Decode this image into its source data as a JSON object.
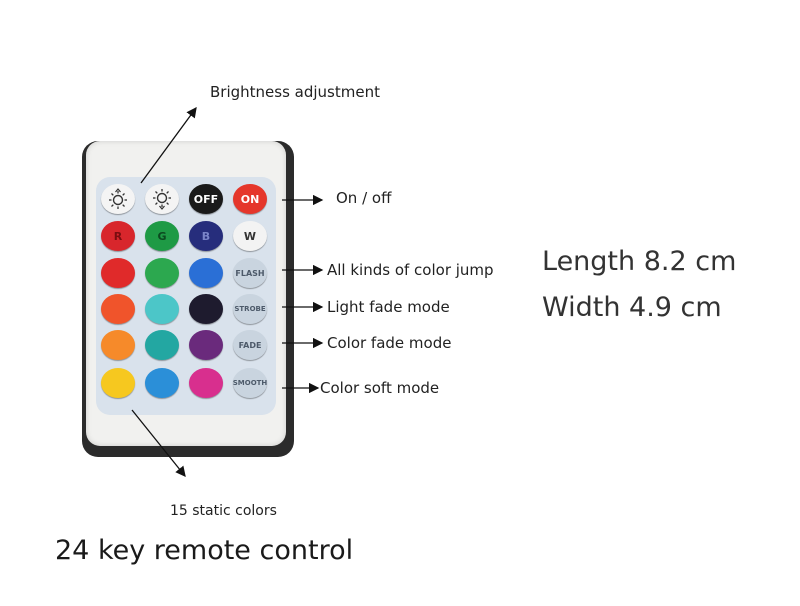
{
  "remote": {
    "brightness_up_icon": "sun-up-icon",
    "brightness_down_icon": "sun-down-icon",
    "off_label": "OFF",
    "on_label": "ON",
    "r_label": "R",
    "g_label": "G",
    "b_label": "B",
    "w_label": "W",
    "flash_label": "FLASH",
    "strobe_label": "STROBE",
    "fade_label": "FADE",
    "smooth_label": "SMOOTH",
    "colors": {
      "off": "#1a1a1a",
      "on": "#e5362b",
      "r": "#d8262c",
      "g": "#1e9a45",
      "b": "#262d7c",
      "row1": [
        "#e02a2a",
        "#2ca84f",
        "#2a6fd6"
      ],
      "row2": [
        "#f0542b",
        "#4cc6c8",
        "#1e1b2e"
      ],
      "row3": [
        "#f68a2a",
        "#23a7a2",
        "#6a2a7c"
      ],
      "row4": [
        "#f6c81f",
        "#2b8fd8",
        "#d82f8e"
      ]
    }
  },
  "annotations": {
    "brightness": "Brightness adjustment",
    "on_off": "On / off",
    "color_jump": "All kinds of color jump",
    "light_fade": "Light fade mode",
    "color_fade": "Color fade mode",
    "color_soft": "Color soft mode",
    "static_colors": "15 static colors"
  },
  "dimensions": {
    "length": "Length 8.2 cm",
    "width": "Width 4.9 cm"
  },
  "title": "24 key remote control"
}
